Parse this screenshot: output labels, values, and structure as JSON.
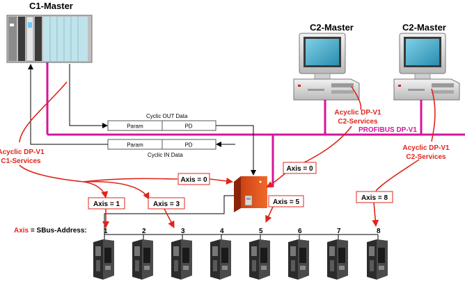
{
  "masters": {
    "c1": "C1-Master",
    "c2a": "C2-Master",
    "c2b": "C2-Master"
  },
  "bus": {
    "label": "PROFIBUS DP-V1",
    "color": "#d4159a"
  },
  "cyclic": {
    "out_title": "Cyclic OUT Data",
    "in_title": "Cyclic IN Data",
    "param": "Param",
    "pd": "PD"
  },
  "services": {
    "c1": [
      "Acyclic DP-V1",
      "C1-Services"
    ],
    "c2_mid": [
      "Acyclic DP-V1",
      "C2-Services"
    ],
    "c2_right": [
      "Acyclic DP-V1",
      "C2-Services"
    ],
    "color": "#e0241b"
  },
  "axis_labels": {
    "a0_left": "Axis = 0",
    "a0_right": "Axis = 0",
    "a1": "Axis = 1",
    "a3": "Axis = 3",
    "a5": "Axis = 5",
    "a8": "Axis = 8"
  },
  "sbus": {
    "axis_word": "Axis",
    "rest": " = SBus-Address:",
    "numbers": [
      "1",
      "2",
      "3",
      "4",
      "5",
      "6",
      "7",
      "8"
    ]
  },
  "icons": [
    "plc-rack-icon",
    "pc-workstation-icon",
    "gateway-device-icon",
    "drive-inverter-icon"
  ]
}
